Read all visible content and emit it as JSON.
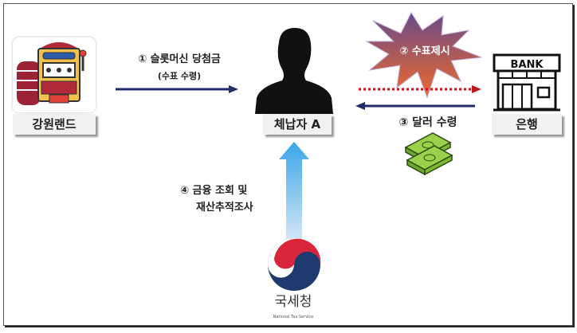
{
  "nodes": {
    "kangwonland": {
      "label": "강원랜드",
      "icon": "slot-machine-icon"
    },
    "taxpayer": {
      "label": "체납자 A",
      "icon": "person-silhouette-icon"
    },
    "bank": {
      "label": "은행",
      "sign": "BANK",
      "icon": "bank-building-icon"
    },
    "nts": {
      "name_ko": "국세청",
      "name_en": "National Tax Service",
      "icon": "nts-logo-icon"
    }
  },
  "steps": {
    "step1": {
      "line1": "① 슬롯머신 당첨금",
      "line2": "(수표 수령)"
    },
    "step2": {
      "label": "② 수표제시"
    },
    "step3": {
      "label": "③ 달러 수령"
    },
    "step4": {
      "line1": "④ 금융 조회 및",
      "line2": "재산추적조사"
    }
  },
  "colors": {
    "arrow_navy": "#1f2d6b",
    "arrow_red_dotted": "#c0181e",
    "arrow_light_blue": "#5bb3ea",
    "burst_top": "#6a4a8a",
    "burst_bottom": "#ee6a2a"
  }
}
